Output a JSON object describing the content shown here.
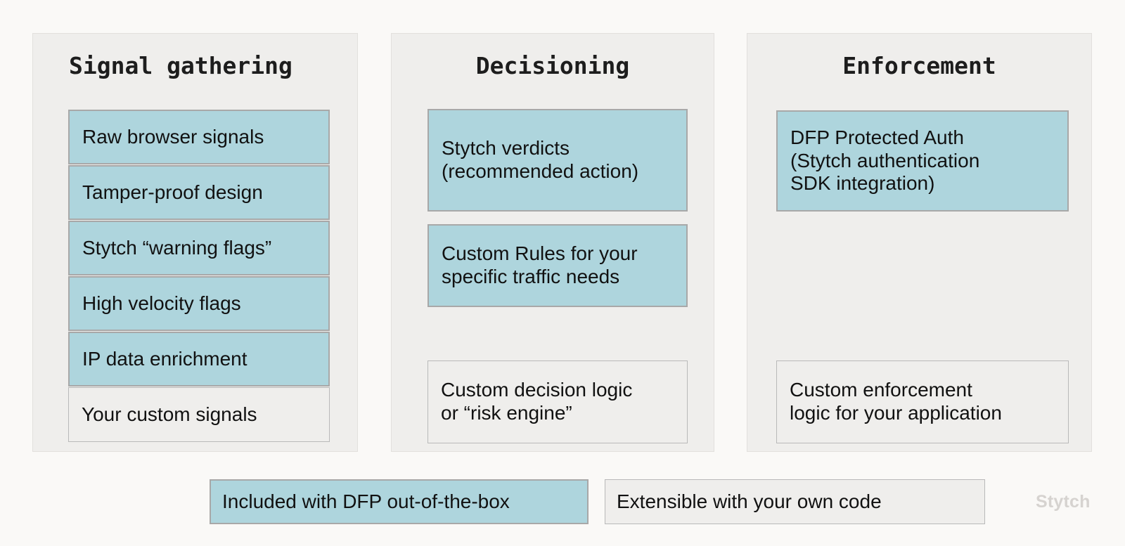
{
  "diagram": {
    "background_color": "#faf9f7",
    "panel_color": "#efeeec",
    "included_color": "#aed5dd",
    "extensible_color": "#efeeec",
    "border_color": "#a8a8a8"
  },
  "columns": [
    {
      "title": "Signal gathering",
      "items": [
        {
          "label": "Raw browser signals",
          "kind": "included"
        },
        {
          "label": "Tamper-proof design",
          "kind": "included"
        },
        {
          "label": "Stytch “warning flags”",
          "kind": "included"
        },
        {
          "label": "High velocity flags",
          "kind": "included"
        },
        {
          "label": "IP data enrichment",
          "kind": "included"
        },
        {
          "label": "Your custom signals",
          "kind": "extensible"
        }
      ]
    },
    {
      "title": "Decisioning",
      "items": [
        {
          "label": "Stytch verdicts\n(recommended action)",
          "kind": "included"
        },
        {
          "label": "Custom Rules for your\nspecific traffic needs",
          "kind": "included"
        },
        {
          "label": "Custom decision logic\nor “risk engine”",
          "kind": "extensible"
        }
      ]
    },
    {
      "title": "Enforcement",
      "items": [
        {
          "label": "DFP Protected Auth\n(Stytch authentication\nSDK integration)",
          "kind": "included"
        },
        {
          "label": "Custom enforcement\nlogic for your application",
          "kind": "extensible"
        }
      ]
    }
  ],
  "legend": {
    "included_label": "Included with DFP out-of-the-box",
    "extensible_label": "Extensible with your own code"
  },
  "watermark": {
    "label": "Stytch"
  }
}
